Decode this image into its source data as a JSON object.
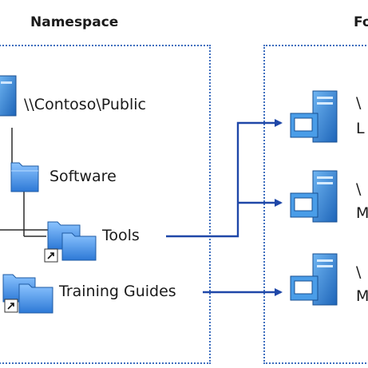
{
  "namespace": {
    "heading": "Namespace",
    "root_label": "\\\\Contoso\\Public",
    "items": [
      {
        "label": "Software"
      },
      {
        "label": "Tools"
      },
      {
        "label": "Training Guides"
      }
    ]
  },
  "folder_targets": {
    "heading": "Fo",
    "servers": [
      {
        "path_fragment": "\\",
        "name_fragment": "L"
      },
      {
        "path_fragment": "\\",
        "name_fragment": "M"
      },
      {
        "path_fragment": "\\",
        "name_fragment": "M"
      }
    ]
  },
  "colors": {
    "border": "#3f6fbf",
    "arrow": "#1f47a8",
    "folder": "#3d8ee6",
    "server": "#2a85d6"
  }
}
